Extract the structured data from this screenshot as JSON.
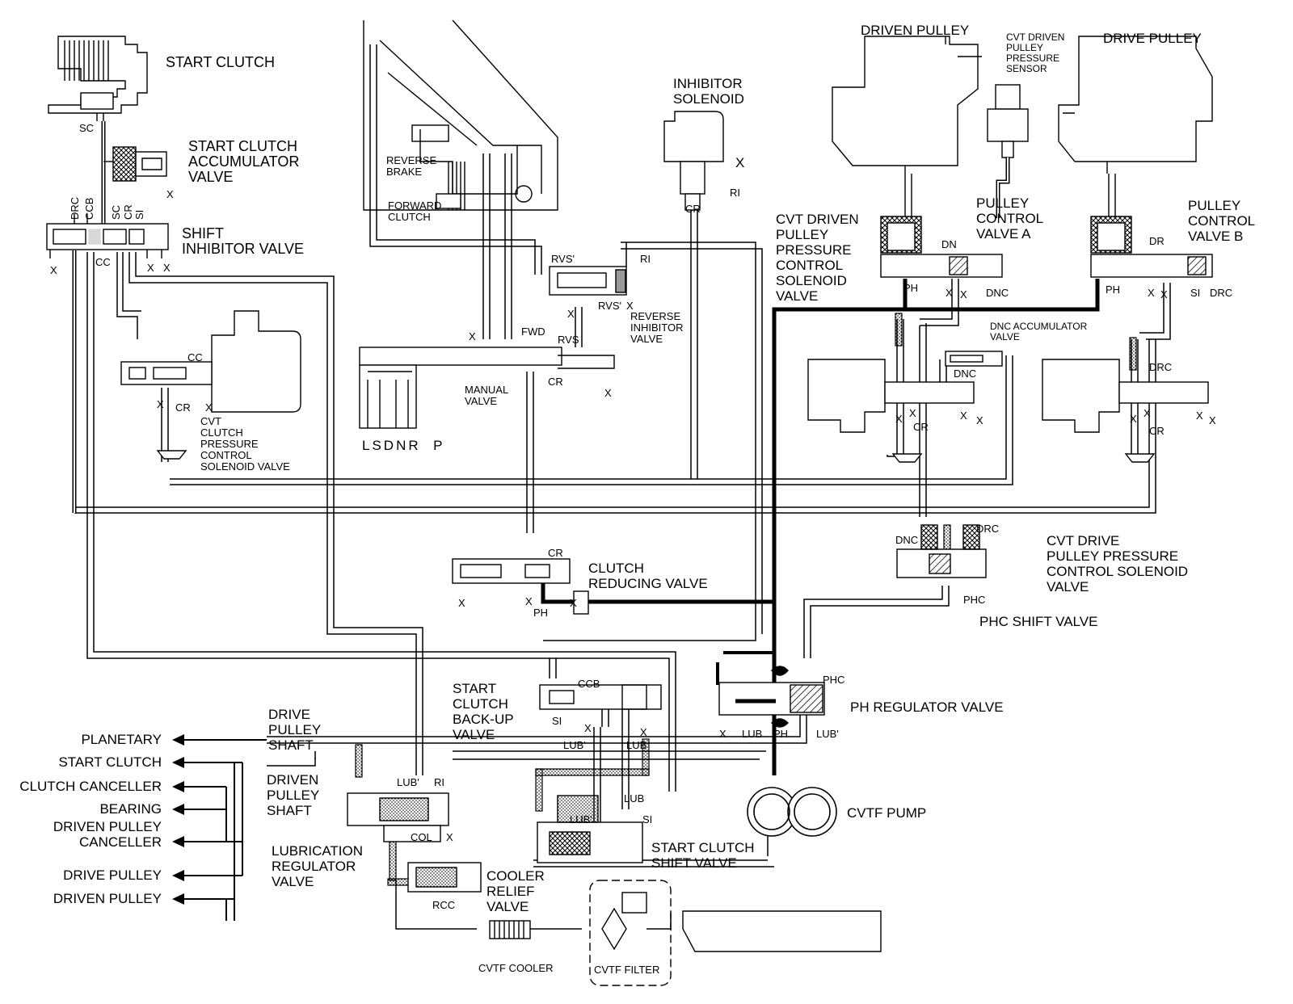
{
  "labels": {
    "start_clutch": "START CLUTCH",
    "sc": "SC",
    "start_clutch_accumulator_valve": "START CLUTCH\nACCUMULATOR\nVALVE",
    "shift_inhibitor_valve": "SHIFT\nINHIBITOR VALVE",
    "port_drc_v": "DRC",
    "port_ccb_v": "CCB",
    "port_sc_v": "SC",
    "port_cr_v": "CR",
    "port_si_v": "SI",
    "port_cc": "CC",
    "port_cc2": "CC",
    "port_cr_left": "CR",
    "cvt_clutch_pressure_control_solenoid_valve": "CVT\nCLUTCH\nPRESSURE\nCONTROL\nSOLENOID VALVE",
    "reverse_brake": "REVERSE\nBRAKE",
    "forward_clutch": "FORWARD\nCLUTCH",
    "inhibitor_solenoid": "INHIBITOR\nSOLENOID",
    "port_cr_inhib": "CR",
    "port_ri_inhib": "RI",
    "port_rvs_prime": "RVS'",
    "port_rvs_prime2": "RVS'",
    "port_ri": "RI",
    "port_fwd": "FWD",
    "port_rvs": "RVS",
    "reverse_inhibitor_valve": "REVERSE\nINHIBITOR\nVALVE",
    "manual_valve": "MANUAL\nVALVE",
    "port_cr_manual": "CR",
    "lsdnr_p": "LSDNR  P",
    "cvt_driven_pulley_pressure_control_solenoid_valve": "CVT DRIVEN\nPULLEY\nPRESSURE\nCONTROL\nSOLENOID\nVALVE",
    "driven_pulley": "DRIVEN PULLEY",
    "drive_pulley": "DRIVE PULLEY",
    "cvt_driven_pulley_pressure_sensor": "CVT DRIVEN\nPULLEY\nPRESSURE\nSENSOR",
    "pulley_control_valve_a": "PULLEY\nCONTROL\nVALVE A",
    "pulley_control_valve_b": "PULLEY\nCONTROL\nVALVE B",
    "port_dn": "DN",
    "port_dr": "DR",
    "port_ph_a": "PH",
    "port_ph_b": "PH",
    "port_dnc_a": "DNC",
    "port_si_b": "SI",
    "port_drc_b": "DRC",
    "dnc_accumulator_valve": "DNC ACCUMULATOR\nVALVE",
    "port_dnc_acc": "DNC",
    "port_drc_right": "DRC",
    "port_cr_mid": "CR",
    "port_cr_right": "CR",
    "cvt_drive_pulley_pressure_control_solenoid_valve": "CVT DRIVE\nPULLEY PRESSURE\nCONTROL SOLENOID\nVALVE",
    "port_dnc_phc": "DNC",
    "port_drc_phc": "DRC",
    "port_phc": "PHC",
    "phc_shift_valve": "PHC SHIFT VALVE",
    "clutch_reducing_valve": "CLUTCH\nREDUCING VALVE",
    "port_cr_clutch": "CR",
    "port_ph_clutch": "PH",
    "start_clutch_back_up_valve": "START\nCLUTCH\nBACK-UP\nVALVE",
    "port_ccb": "CCB",
    "port_si_backup": "SI",
    "port_lub_prime_backup": "LUB'",
    "port_lub_backup": "LUB",
    "ph_regulator_valve": "PH REGULATOR VALVE",
    "port_phc_reg": "PHC",
    "port_lub_reg": "LUB",
    "port_ph_reg": "PH",
    "port_lub_prime_reg": "LUB'",
    "cvtf_pump": "CVTF PUMP",
    "drive_pulley_shaft": "DRIVE\nPULLEY\nSHAFT",
    "driven_pulley_shaft": "DRIVEN\nPULLEY\nSHAFT",
    "lubrication_regulator_valve": "LUBRICATION\nREGULATOR\nVALVE",
    "port_lub_prime_lubreg": "LUB'",
    "port_ri_lubreg": "RI",
    "port_col": "COL",
    "port_lub_scs": "LUB",
    "port_lub_prime_scs": "LUB'",
    "port_si_scs": "SI",
    "start_clutch_shift_valve": "START CLUTCH\nSHIFT VALVE",
    "cooler_relief_valve": "COOLER\nRELIEF\nVALVE",
    "port_rcc": "RCC",
    "cvtf_cooler": "CVTF COOLER",
    "cvtf_filter": "CVTF FILTER",
    "x": "X"
  },
  "outputs": [
    "PLANETARY",
    "START CLUTCH",
    "CLUTCH CANCELLER",
    "BEARING",
    "DRIVEN PULLEY\nCANCELLER",
    "DRIVE PULLEY",
    "DRIVEN PULLEY"
  ]
}
